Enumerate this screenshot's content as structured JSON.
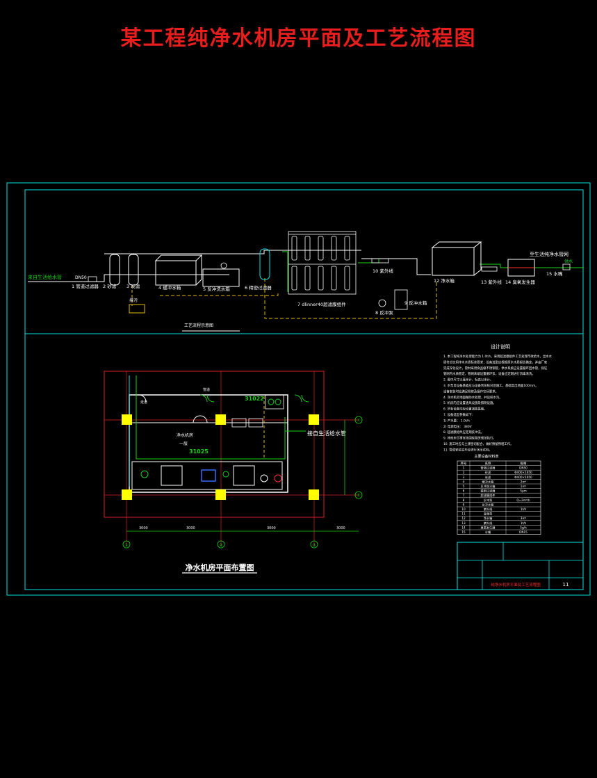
{
  "title": "某工程纯净水机房平面及工艺流程图",
  "colors": {
    "title": "#e81d1d",
    "frame": "#00e5e5",
    "line": "#ffffff",
    "pipe_green": "#19d219",
    "pipe_yellow": "#e0c000",
    "red_grid": "#e02020",
    "column": "#ffff00",
    "accent_red": "#ff3030"
  },
  "flow": {
    "inlet_label": "来自生活给水管",
    "dn_label": "DN50",
    "caption": "工艺流程示意图",
    "drain_label": "排污",
    "items": [
      {
        "num": "1",
        "name": "管道过滤器"
      },
      {
        "num": "2",
        "name": "砂滤"
      },
      {
        "num": "3",
        "name": "炭滤"
      },
      {
        "num": "4",
        "name": "缓冲水箱"
      },
      {
        "num": "5",
        "name": "反冲洗水箱"
      },
      {
        "num": "6",
        "name": "精密过滤器"
      },
      {
        "num": "7",
        "name": "dlinner40超滤膜组件"
      },
      {
        "num": "8",
        "name": "反冲泵"
      },
      {
        "num": "9",
        "name": "反冲水箱"
      },
      {
        "num": "10",
        "name": "紫外线"
      },
      {
        "num": "12",
        "name": "净水箱"
      },
      {
        "num": "13",
        "name": "紫外线"
      },
      {
        "num": "14",
        "name": "臭氧发生器"
      },
      {
        "num": "15",
        "name": "水嘴"
      }
    ],
    "outlet_label": "至生活纯净水管网",
    "outlet_arrow": "供水"
  },
  "plan": {
    "caption": "净水机房平面布置图",
    "room_label_a": "净水机房",
    "room_label_b": "一层",
    "elev_a": "31022",
    "elev_b": "31025",
    "pipe_note": "接自生活给水管",
    "door_label": "管道",
    "corridor_label": "走道",
    "axes_bottom": [
      "①",
      "②",
      "③"
    ],
    "axes_right": [
      "Ⓐ",
      "Ⓑ"
    ],
    "dims": [
      "3000",
      "3000",
      "3000",
      "3000"
    ]
  },
  "notes": {
    "heading": "设计说明",
    "lines": [
      "1. 本工程纯净水处理能力为 1.0t/h，采用超滤膜组件工艺处理市政给水，出水水",
      "    质符合饮用净水水质标准要求；设备选型应根据原水水质报告确定，并由厂家",
      "    完成深化设计，管材采用食品级不锈钢管，供水系统应设置循环回水管，保证",
      "    管网内水质稳定，管网末端设置循环泵，设备应定期进行消毒清洗。",
      "2. 图中尺寸以毫米计，标高以米计。",
      "3. 水泵及设备基础应与设备到货核对后施工，基础高出地面100mm。",
      "    设备安装时应满足检修及操作空间要求。",
      "4. 净水机房地面做防水处理，并设排水沟。",
      "5. 机房内应设置通风设施及照明设施。",
      "6. 所有设备均应设置减振基础。",
      "7. 设备选型参数如下：",
      "    1) 产水量：  1.0t/h",
      "    2) 电源电压： 380V",
      "8. 超滤膜组件应定期反冲洗。",
      "9. 其他未尽事宜按国家相关规范执行。",
      "10. 施工时应与土建密切配合，做好预留预埋工作。",
      "11. 管道安装完毕应进行水压试验。"
    ]
  },
  "equipment_table": {
    "title": "主要设备材料表",
    "headers": [
      "序号",
      "名称",
      "规格"
    ],
    "rows": [
      [
        "1",
        "管道过滤器",
        "DN50"
      ],
      [
        "2",
        "砂滤",
        "Φ400×1650"
      ],
      [
        "3",
        "炭滤",
        "Φ400×1650"
      ],
      [
        "4",
        "缓冲水箱",
        "2m³"
      ],
      [
        "5",
        "反冲洗水箱",
        "1m³"
      ],
      [
        "6",
        "精密过滤器",
        "5μm"
      ],
      [
        "7",
        "超滤膜组件",
        ""
      ],
      [
        "8",
        "反冲泵",
        "Q=2m³/h"
      ],
      [
        "9",
        "反冲水箱",
        ""
      ],
      [
        "10",
        "紫外线",
        "1t/h"
      ],
      [
        "11",
        "变频泵",
        ""
      ],
      [
        "12",
        "净水箱",
        "3m³"
      ],
      [
        "13",
        "紫外线",
        "1t/h"
      ],
      [
        "14",
        "臭氧发生器",
        "5g/h"
      ],
      [
        "15",
        "水嘴",
        "DN15"
      ]
    ]
  },
  "title_block": {
    "drawing_name": "纯净水机房平面及工艺流程图",
    "sheet": "11"
  }
}
